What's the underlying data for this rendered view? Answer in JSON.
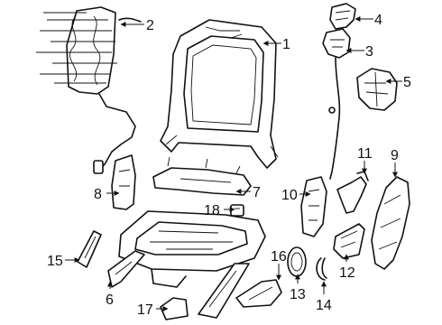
{
  "callouts": [
    {
      "number": "1"
    },
    {
      "number": "2"
    },
    {
      "number": "3"
    },
    {
      "number": "4"
    },
    {
      "number": "5"
    },
    {
      "number": "6"
    },
    {
      "number": "7"
    },
    {
      "number": "8"
    },
    {
      "number": "9"
    },
    {
      "number": "10"
    },
    {
      "number": "11"
    },
    {
      "number": "12"
    },
    {
      "number": "13"
    },
    {
      "number": "14"
    },
    {
      "number": "15"
    },
    {
      "number": "16"
    },
    {
      "number": "17"
    },
    {
      "number": "18"
    }
  ]
}
